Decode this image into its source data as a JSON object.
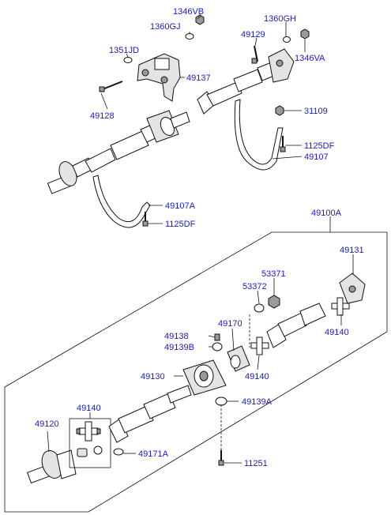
{
  "labels": {
    "p1346VB": "1346VB",
    "p1360GJ": "1360GJ",
    "p1360GH": "1360GH",
    "p49129": "49129",
    "p1351JD": "1351JD",
    "p1346VA": "1346VA",
    "p49137": "49137",
    "p49128": "49128",
    "p31109": "31109",
    "p1125DF_a": "1125DF",
    "p49107": "49107",
    "p49107A": "49107A",
    "p1125DF_b": "1125DF",
    "p49100A": "49100A",
    "p49131": "49131",
    "p53371": "53371",
    "p53372": "53372",
    "p49170": "49170",
    "p49138": "49138",
    "p49139B": "49139B",
    "p49140_a": "49140",
    "p49140_b": "49140",
    "p49130": "49130",
    "p49139A": "49139A",
    "p49140_c": "49140",
    "p49120": "49120",
    "p49171A": "49171A",
    "p11251": "11251"
  }
}
